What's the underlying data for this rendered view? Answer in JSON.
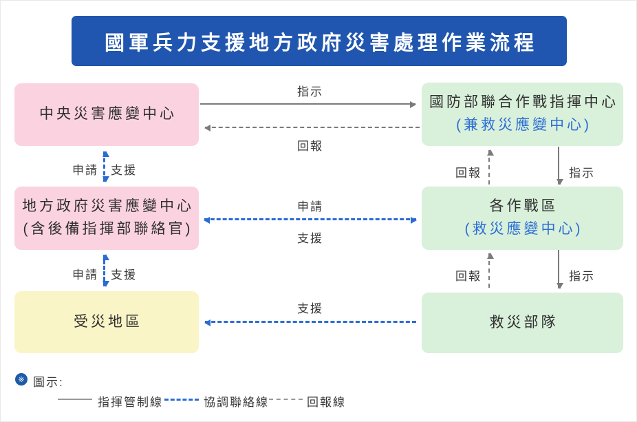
{
  "title": "國軍兵力支援地方政府災害處理作業流程",
  "boxes": {
    "central": {
      "line1": "中央災害應變中心"
    },
    "mnd": {
      "line1": "國防部聯合作戰指揮中心",
      "line2": "(兼救災應變中心)"
    },
    "local": {
      "line1": "地方政府災害應變中心",
      "line2": "(含後備指揮部聯絡官)"
    },
    "theater": {
      "line1": "各作戰區",
      "line2": "(救災應變中心)"
    },
    "affected": {
      "line1": "受災地區"
    },
    "rescue": {
      "line1": "救災部隊"
    }
  },
  "labels": {
    "instruct": "指示",
    "report": "回報",
    "apply": "申請",
    "support": "支援"
  },
  "legend": {
    "marker": "※",
    "heading": "圖示:",
    "items": [
      {
        "label": "指揮管制線",
        "style": "solid-gray"
      },
      {
        "label": "協調聯絡線",
        "style": "dashed-blue"
      },
      {
        "label": "回報線",
        "style": "dashed-gray"
      }
    ]
  },
  "colors": {
    "title_bg": "#2056AF",
    "pink_box": "#FBD3E0",
    "green_box": "#D9F0DB",
    "yellow_box": "#FAF5C7",
    "blue_accent": "#2B6BD4",
    "gray_line": "#7A7A7A"
  }
}
